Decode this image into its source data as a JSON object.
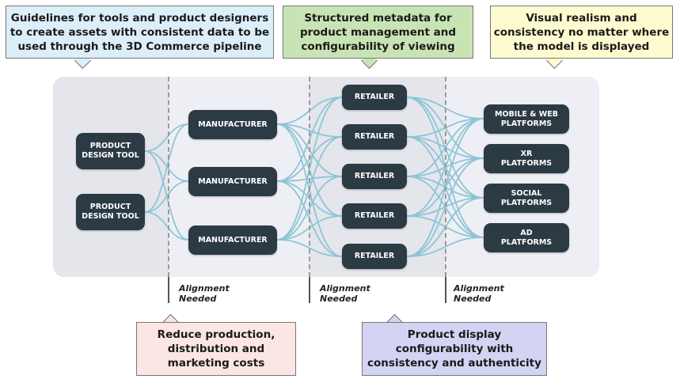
{
  "callouts": {
    "top_left": "Guidelines for tools and product designers\nto create assets with consistent data to be\nused through the 3D Commerce pipeline",
    "top_middle": "Structured metadata for\nproduct management and\nconfigurability of viewing",
    "top_right": "Visual realism and\nconsistency no matter where\nthe model is displayed",
    "bottom_left": "Reduce production,\ndistribution and\nmarketing costs",
    "bottom_right": "Product display\nconfigurability with\nconsistency and authenticity"
  },
  "callout_colors": {
    "top_left": "#dceefa",
    "top_middle": "#c8e4b4",
    "top_right": "#fdfbcf",
    "bottom_left": "#fbe6e3",
    "bottom_right": "#d3d3f3"
  },
  "nodes": {
    "tools": [
      "PRODUCT\nDESIGN TOOL",
      "PRODUCT\nDESIGN TOOL"
    ],
    "manufacturers": [
      "MANUFACTURER",
      "MANUFACTURER",
      "MANUFACTURER"
    ],
    "retailers": [
      "RETAILER",
      "RETAILER",
      "RETAILER",
      "RETAILER",
      "RETAILER"
    ],
    "platforms": [
      "MOBILE & WEB\nPLATFORMS",
      "XR\nPLATFORMS",
      "SOCIAL\nPLATFORMS",
      "AD\nPLATFORMS"
    ]
  },
  "alignment": [
    "Alignment\nNeeded",
    "Alignment\nNeeded",
    "Alignment\nNeeded"
  ],
  "colors": {
    "node": "#2c3a44",
    "link": "#8ec5d6",
    "panel": "#eeeff4"
  }
}
